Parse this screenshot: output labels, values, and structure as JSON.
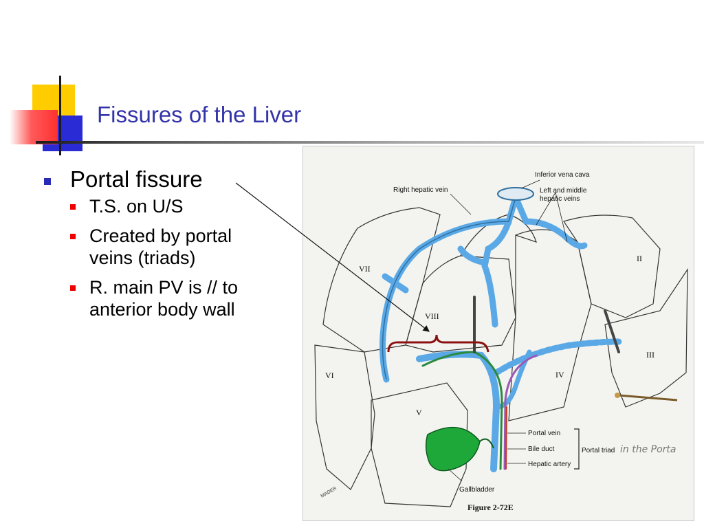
{
  "slide": {
    "title": "Fissures of the Liver",
    "bullets": [
      {
        "text": "Portal fissure",
        "sub": [
          "T.S. on U/S",
          "Created by portal veins (triads)",
          "R. main PV is // to anterior body wall"
        ]
      }
    ]
  },
  "figure": {
    "labels": {
      "ivc": "Inferior vena cava",
      "right_hv": "Right hepatic vein",
      "left_middle_hv": "Left and middle",
      "left_middle_hv_2": "hepatic veins",
      "portal_vein": "Portal vein",
      "bile_duct": "Bile duct",
      "hepatic_artery": "Hepatic artery",
      "portal_triad": "Portal triad",
      "gallbladder": "Gallbladder",
      "caption": "Figure 2-72E",
      "handwritten": "in the Porta",
      "signature": "MADER"
    },
    "segments": [
      "VII",
      "VIII",
      "II",
      "III",
      "IV",
      "V",
      "VI"
    ],
    "colors": {
      "vein": "#5aa9e6",
      "gallbladder": "#1fa83a",
      "brace": "#8b1010",
      "paper": "#f3f4ef"
    }
  },
  "colors": {
    "title": "#3333aa",
    "bullet_l1": "#2a2ab8",
    "bullet_l2": "#ee0000"
  }
}
